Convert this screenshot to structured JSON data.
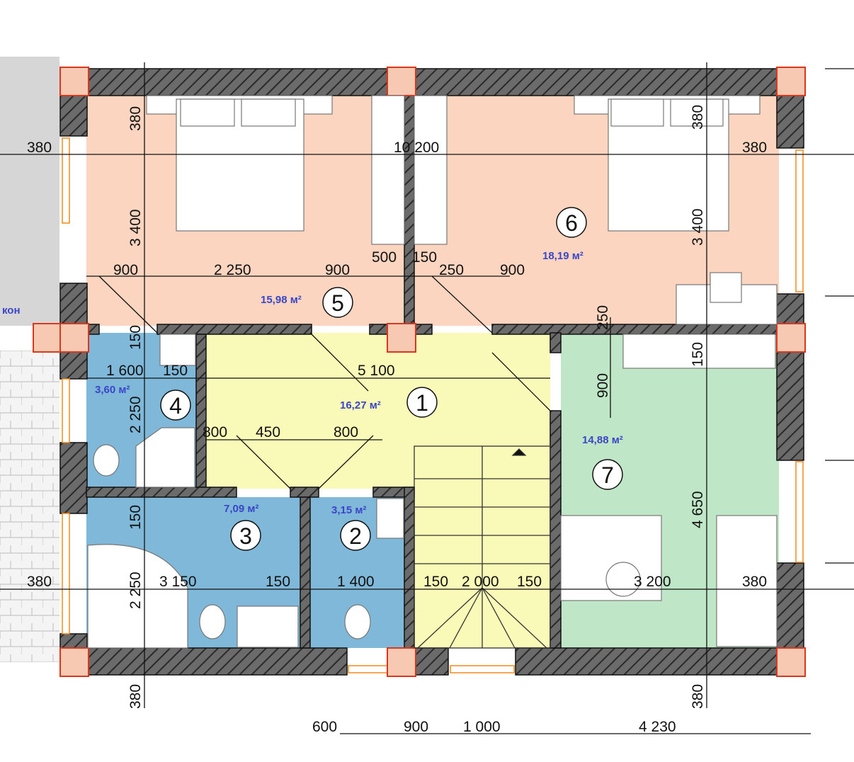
{
  "colors": {
    "bedroom": "#fcd5c0",
    "hall": "#fafab8",
    "bath": "#7fb8d8",
    "study": "#bfe6c6",
    "wall": "#555555",
    "column": "#d9381e",
    "area_text": "#3b45c8"
  },
  "rooms": [
    {
      "number": "1",
      "area": "16,27 м²"
    },
    {
      "number": "2",
      "area": "3,15 м²"
    },
    {
      "number": "3",
      "area": "7,09 м²"
    },
    {
      "number": "4",
      "area": "3,60 м²"
    },
    {
      "number": "5",
      "area": "15,98 м²"
    },
    {
      "number": "6",
      "area": "18,19 м²"
    },
    {
      "number": "7",
      "area": "14,88 м²"
    }
  ],
  "balcony_label": "кон",
  "dimensions": {
    "top_row": [
      "380",
      "10 200",
      "380"
    ],
    "upper_row": [
      "900",
      "2 250",
      "900",
      "500",
      "150",
      "250",
      "900"
    ],
    "mid_row": [
      "1 600",
      "150",
      "5 100"
    ],
    "hall_row": [
      "800",
      "450",
      "800"
    ],
    "lower_row": [
      "380",
      "3 150",
      "150",
      "1 400",
      "150",
      "2 000",
      "150",
      "3 200",
      "380"
    ],
    "bottom_row": [
      "600",
      "900",
      "1 000",
      "4 230"
    ],
    "left_vertical": [
      "380",
      "3 400",
      "150",
      "2 250",
      "150",
      "2 250",
      "380"
    ],
    "right_vertical": [
      "380",
      "3 400",
      "250",
      "150",
      "900",
      "4 650",
      "380"
    ]
  }
}
